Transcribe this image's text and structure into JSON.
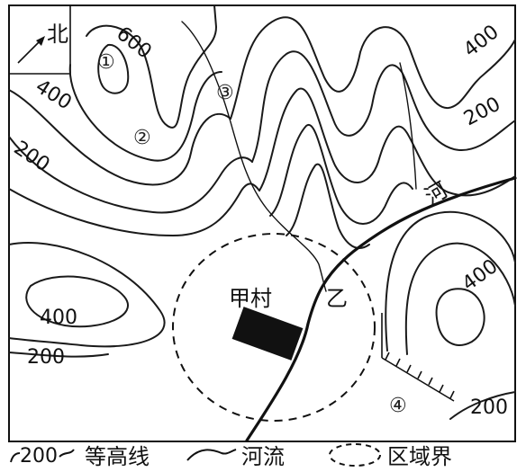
{
  "north_label": "北",
  "contour_labels": {
    "c600": "600",
    "c400_nw": "400",
    "c200_w": "200",
    "c400_ne": "400",
    "c200_ne": "200",
    "c400_sw": "400",
    "c200_sw": "200",
    "c400_se": "400",
    "c200_se": "200"
  },
  "markers": {
    "m1": "①",
    "m2": "②",
    "m3": "③",
    "m4": "④"
  },
  "village": "甲村",
  "point_yi": "乙",
  "river_label": "河",
  "legend": {
    "contour_sample": "200",
    "contour_text": "等高线",
    "river_text": "河流",
    "area_text": "区域界"
  }
}
